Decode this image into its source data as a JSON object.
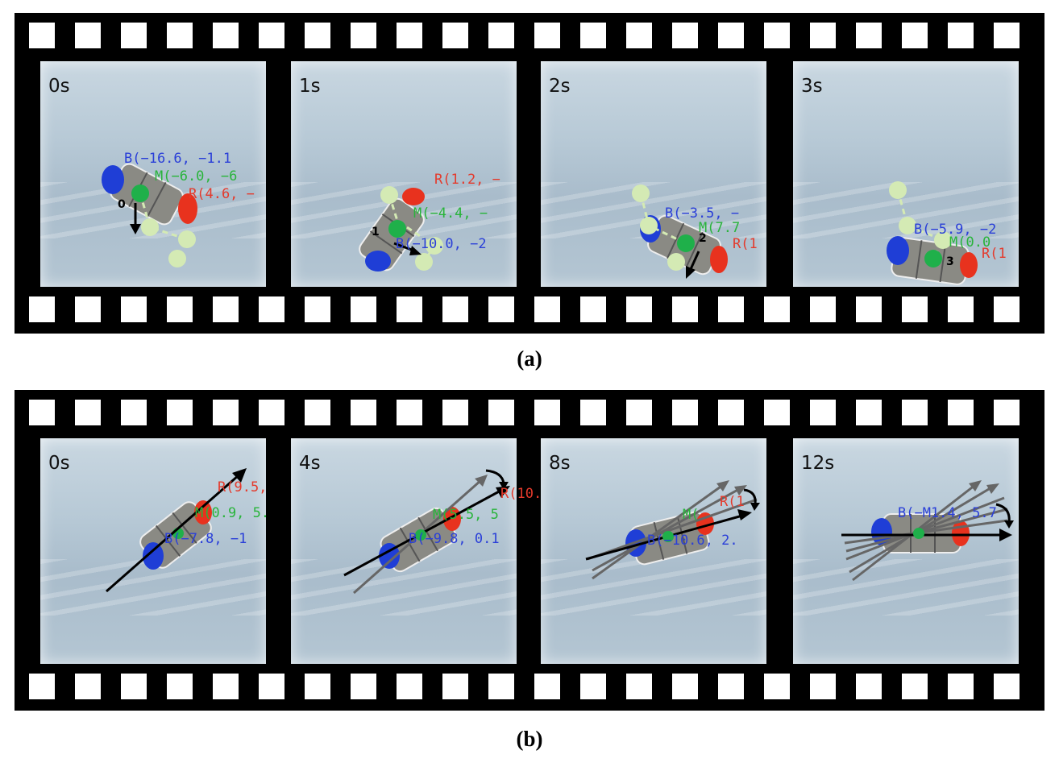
{
  "panel_a": {
    "caption": "(a)",
    "frames": [
      {
        "time": "0s",
        "step": "0",
        "labels": {
          "b": "B(−16.6, −1.1",
          "m": "M(−6.0, −6",
          "r": "R(4.6, −"
        }
      },
      {
        "time": "1s",
        "step": "1",
        "labels": {
          "b": "B(−10.0, −2",
          "m": "M(−4.4, −",
          "r": "R(1.2, −"
        }
      },
      {
        "time": "2s",
        "step": "2",
        "labels": {
          "b": "B(−3.5, −",
          "m": "M(7.7",
          "r": "R(1"
        }
      },
      {
        "time": "3s",
        "step": "3",
        "labels": {
          "b": "B(−5.9, −2",
          "m": "M(0.0",
          "r": "R(1"
        }
      }
    ]
  },
  "panel_b": {
    "caption": "(b)",
    "frames": [
      {
        "time": "0s",
        "labels": {
          "b": "B(−7.8, −1",
          "m": "M(0.9, 5.",
          "r": "R(9.5,"
        }
      },
      {
        "time": "4s",
        "labels": {
          "b": "B(−9.8, 0.1",
          "m": "M(5.5, 5",
          "r": "R(10."
        }
      },
      {
        "time": "8s",
        "labels": {
          "b": "B(−10.6, 2.",
          "m": "M(",
          "r": "R(1"
        }
      },
      {
        "time": "12s",
        "labels": {
          "b": "B(−M1.4, 5.7",
          "m": "",
          "r": ""
        }
      }
    ]
  },
  "colors": {
    "film": "#000000",
    "blue_marker": "#1f3ed6",
    "red_marker": "#e8321e",
    "green_marker": "#1fb04a",
    "trail": "#d4eab4"
  }
}
